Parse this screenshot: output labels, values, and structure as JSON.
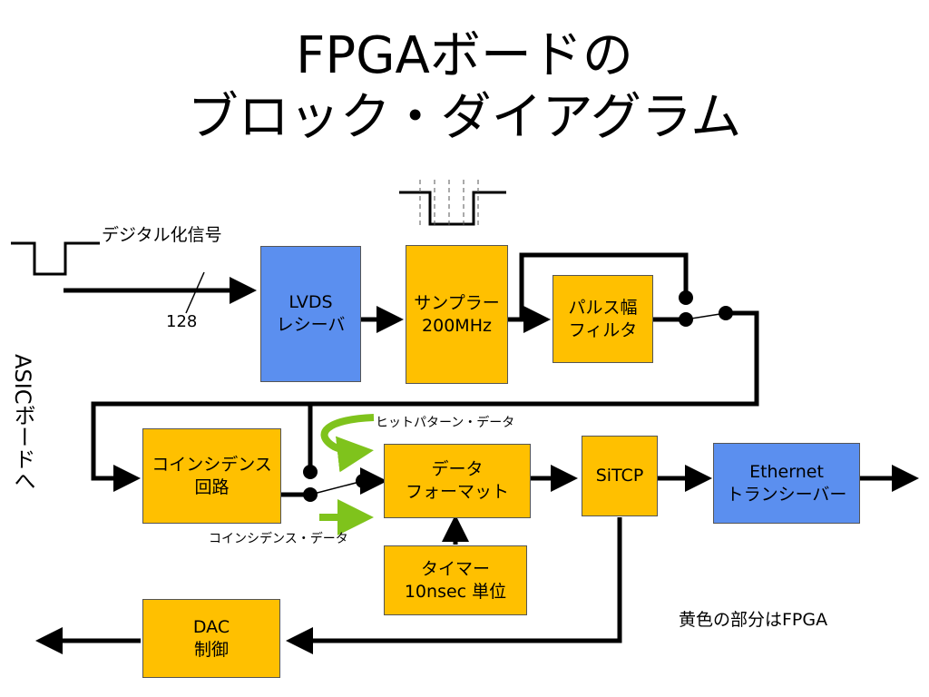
{
  "title_line1": "FPGAボードの",
  "title_line2": "ブロック・ダイアグラム",
  "labels": {
    "digital_signal": "デジタル化信号",
    "bus_width": "128",
    "hit_pattern": "ヒットパターン・データ",
    "coincidence_data": "コインシデンス・データ",
    "to_asic": "ASICボードへ",
    "note": "黄色の部分はFPGA"
  },
  "blocks": {
    "lvds": [
      "LVDS",
      "レシーバ"
    ],
    "sampler": [
      "サンプラー",
      "200MHz"
    ],
    "pulse_filter": [
      "パルス幅",
      "フィルタ"
    ],
    "coincidence": [
      "コインシデンス",
      "回路"
    ],
    "data_format": [
      "データ",
      "フォーマット"
    ],
    "sitcp": [
      "SiTCP"
    ],
    "ethernet": [
      "Ethernet",
      "トランシーバー"
    ],
    "timer": [
      "タイマー",
      "10nsec 単位"
    ],
    "dac": [
      "DAC",
      "制御"
    ]
  },
  "colors": {
    "fpga": "#FFC000",
    "external": "#5B8FEF",
    "hint_arrow": "#7FC31C"
  }
}
